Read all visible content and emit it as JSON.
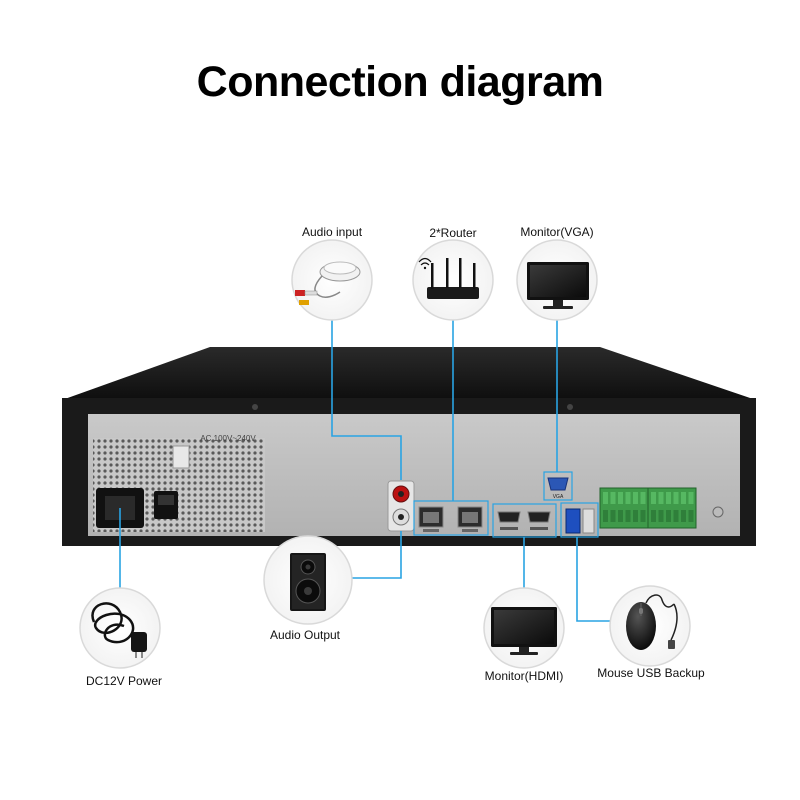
{
  "title": "Connection diagram",
  "colors": {
    "connector": "#29a3e3",
    "chassis": "#1b1b1b",
    "panel": "#bdbdbd",
    "circle_border": "#d9d9d9"
  },
  "labels": {
    "audio_input": "Audio input",
    "router": "2*Router",
    "monitor_vga": "Monitor(VGA)",
    "audio_output": "Audio Output",
    "monitor_hdmi": "Monitor(HDMI)",
    "mouse_usb": "Mouse USB Backup",
    "dc_power": "DC12V Power"
  },
  "device": {
    "power_rating": "AC 100V~240V",
    "vga_tag": "VGA"
  },
  "icons": [
    "microphone-icon",
    "router-icon",
    "vga-monitor-icon",
    "speaker-icon",
    "hdmi-monitor-icon",
    "mouse-icon",
    "power-cord-icon"
  ]
}
